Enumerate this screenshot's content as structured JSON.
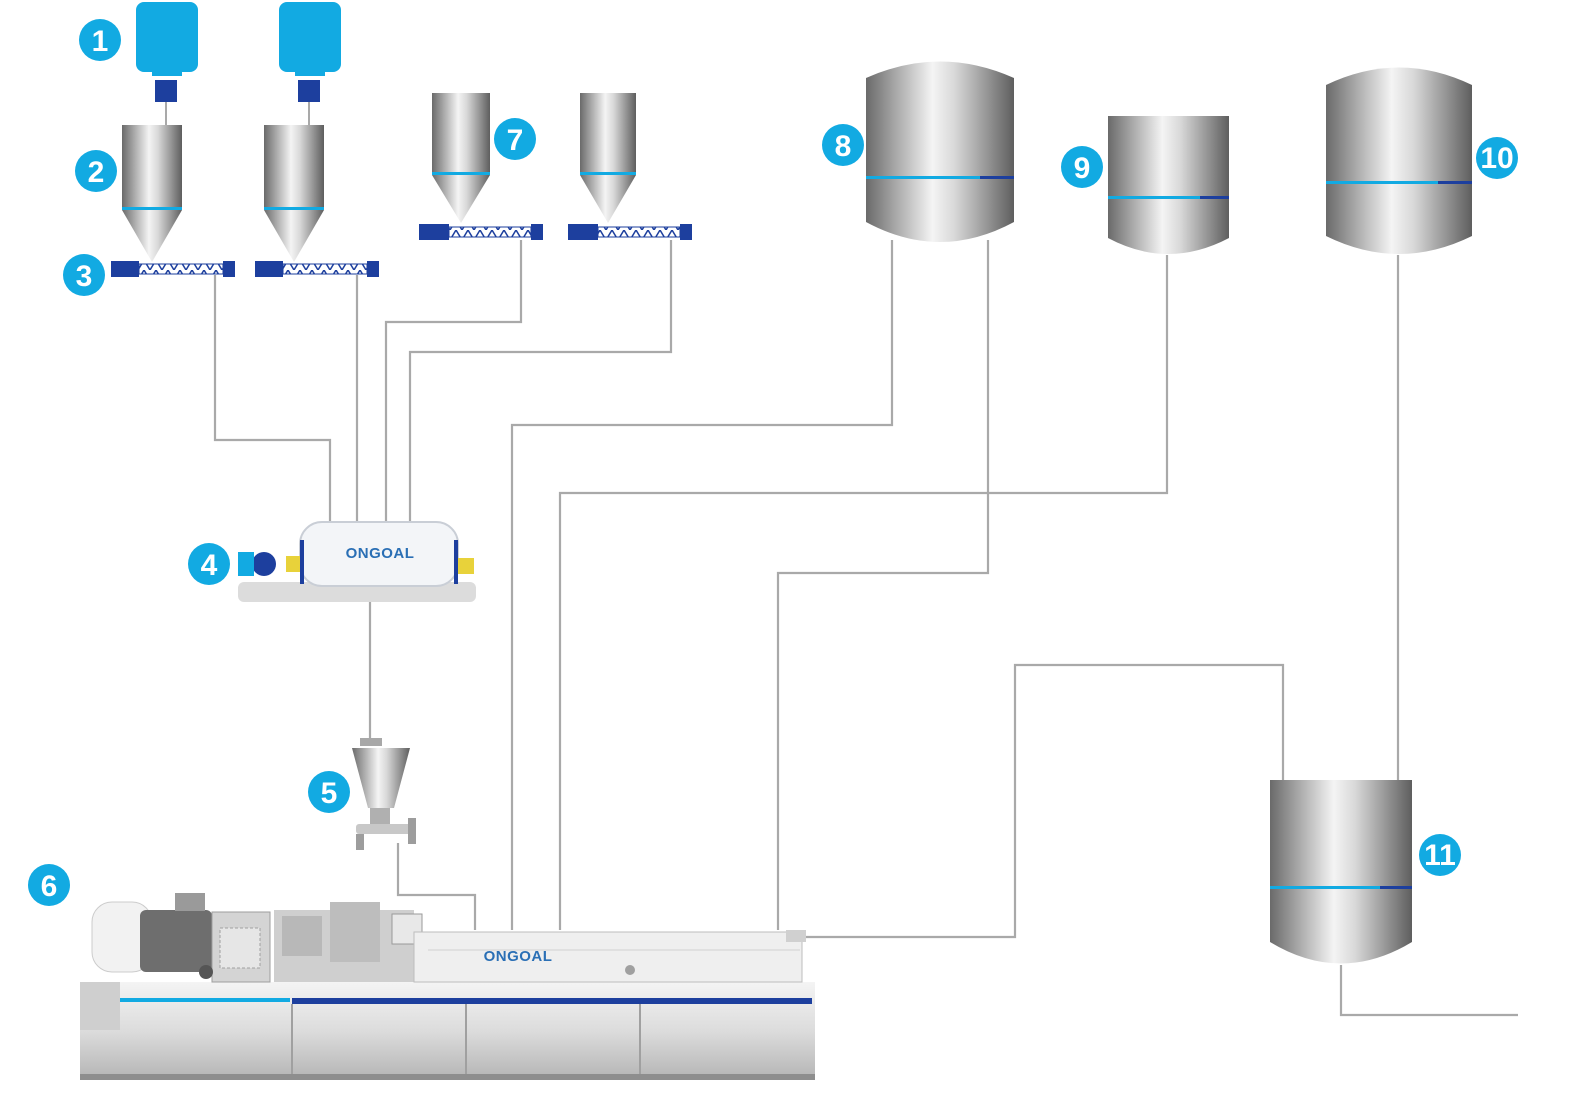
{
  "colors": {
    "accent": "#12aae2",
    "screw_blue": "#1d3f9e",
    "pipe": "#a9a9a9",
    "steel_dark": "#6f6f6f",
    "steel_light": "#f2f2f2"
  },
  "callouts": [
    {
      "id": "1",
      "label": "1"
    },
    {
      "id": "2",
      "label": "2"
    },
    {
      "id": "3",
      "label": "3"
    },
    {
      "id": "4",
      "label": "4"
    },
    {
      "id": "5",
      "label": "5"
    },
    {
      "id": "6",
      "label": "6"
    },
    {
      "id": "7",
      "label": "7"
    },
    {
      "id": "8",
      "label": "8"
    },
    {
      "id": "9",
      "label": "9"
    },
    {
      "id": "10",
      "label": "10"
    },
    {
      "id": "11",
      "label": "11"
    }
  ],
  "mixer": {
    "brand": "ONGOAL"
  },
  "extruder": {
    "brand": "ONGOAL"
  },
  "icons": [
    "bag-container-icon",
    "hopper-icon",
    "screw-feeder-icon",
    "mixer-icon",
    "conical-hopper-icon",
    "extruder-icon",
    "tank-icon"
  ]
}
